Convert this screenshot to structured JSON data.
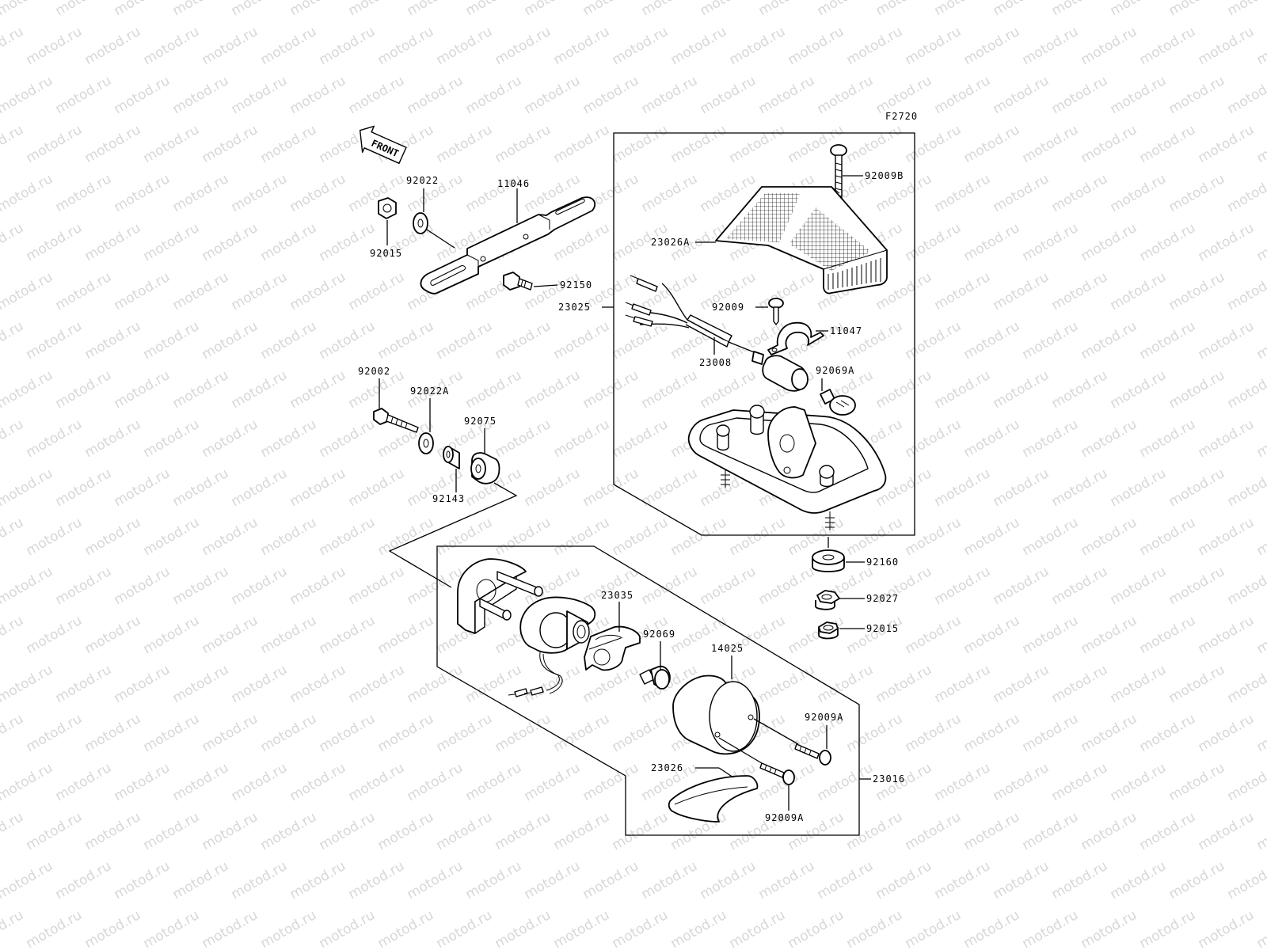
{
  "watermark": {
    "text": "motod.ru",
    "color": "#d7d7d7"
  },
  "figure_code": "F2720",
  "front_arrow": {
    "text": "FRONT"
  },
  "labels": {
    "p92022": "92022",
    "p11046": "11046",
    "p92015a": "92015",
    "p92150": "92150",
    "p92002": "92002",
    "p92022A": "92022A",
    "p92075": "92075",
    "p92143": "92143",
    "p92009B": "92009B",
    "p23026A": "23026A",
    "p23025": "23025",
    "p92009": "92009",
    "p11047": "11047",
    "p23008": "23008",
    "p92069A": "92069A",
    "p92160": "92160",
    "p92027": "92027",
    "p92015b": "92015",
    "p23035": "23035",
    "p92069": "92069",
    "p14025": "14025",
    "p92009Aa": "92009A",
    "p23026": "23026",
    "p23016": "23016",
    "p92009Ab": "92009A"
  }
}
